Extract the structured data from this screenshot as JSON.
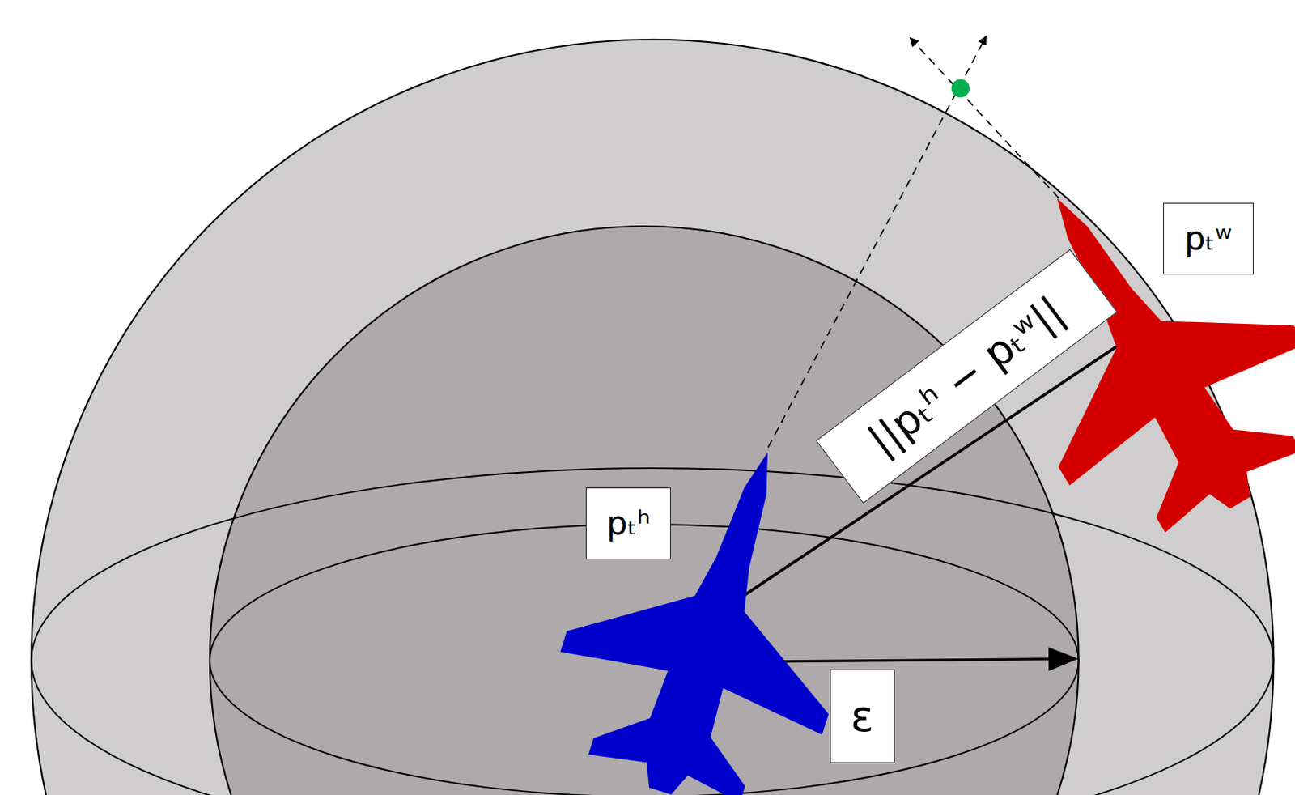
{
  "diagram": {
    "nodes": [
      {
        "text": [
          "pₜʷ"
        ]
      },
      {
        "text": [
          "||pₜʰ − pₜʷ||"
        ]
      },
      {
        "text": [
          "pₜʰ"
        ]
      },
      {
        "text": [
          "ε"
        ]
      }
    ]
  }
}
